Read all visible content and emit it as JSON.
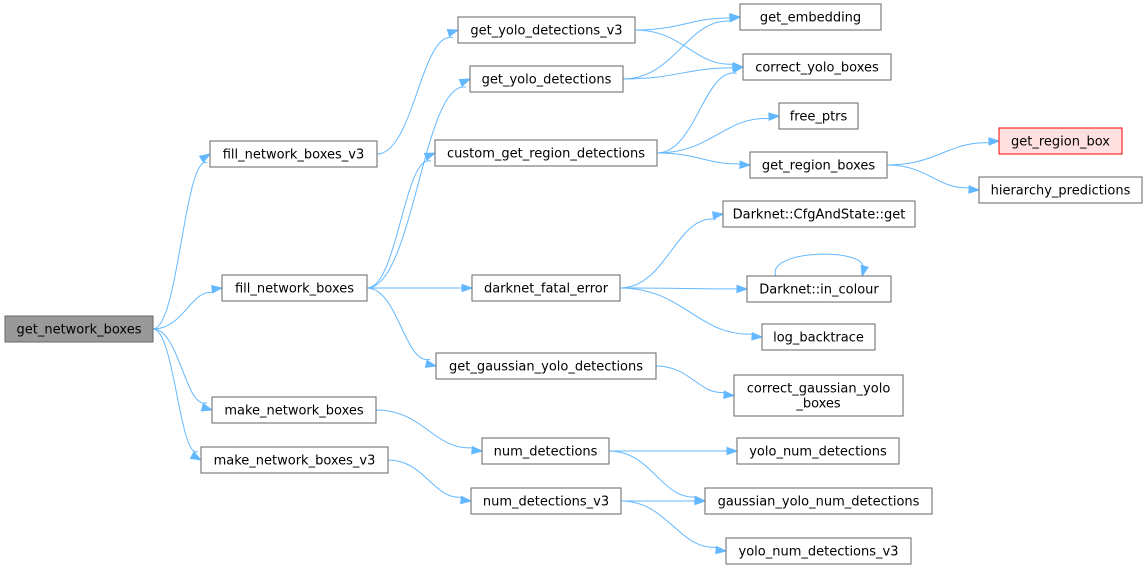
{
  "colors": {
    "node_fill": "#ffffff",
    "node_border": "#666666",
    "root_fill": "#999999",
    "root_border": "#666666",
    "missing_fill": "#ffe0e0",
    "missing_border": "#ff0000",
    "edge": "#63b8ff"
  },
  "nodes": [
    {
      "id": "n_get_network_boxes",
      "lines": [
        "get_network_boxes"
      ],
      "style": "root"
    },
    {
      "id": "n_fill_network_boxes_v3",
      "lines": [
        "fill_network_boxes_v3"
      ],
      "style": "normal"
    },
    {
      "id": "n_fill_network_boxes",
      "lines": [
        "fill_network_boxes"
      ],
      "style": "normal"
    },
    {
      "id": "n_make_network_boxes",
      "lines": [
        "make_network_boxes"
      ],
      "style": "normal"
    },
    {
      "id": "n_make_network_boxes_v3",
      "lines": [
        "make_network_boxes_v3"
      ],
      "style": "normal"
    },
    {
      "id": "n_get_yolo_detections_v3",
      "lines": [
        "get_yolo_detections_v3"
      ],
      "style": "normal"
    },
    {
      "id": "n_get_yolo_detections",
      "lines": [
        "get_yolo_detections"
      ],
      "style": "normal"
    },
    {
      "id": "n_custom_get_region_detections",
      "lines": [
        "custom_get_region_detections"
      ],
      "style": "normal"
    },
    {
      "id": "n_darknet_fatal_error",
      "lines": [
        "darknet_fatal_error"
      ],
      "style": "normal"
    },
    {
      "id": "n_get_gaussian_yolo_detections",
      "lines": [
        "get_gaussian_yolo_detections"
      ],
      "style": "normal"
    },
    {
      "id": "n_num_detections",
      "lines": [
        "num_detections"
      ],
      "style": "normal"
    },
    {
      "id": "n_num_detections_v3",
      "lines": [
        "num_detections_v3"
      ],
      "style": "normal"
    },
    {
      "id": "n_get_embedding",
      "lines": [
        "get_embedding"
      ],
      "style": "normal"
    },
    {
      "id": "n_correct_yolo_boxes",
      "lines": [
        "correct_yolo_boxes"
      ],
      "style": "normal"
    },
    {
      "id": "n_free_ptrs",
      "lines": [
        "free_ptrs"
      ],
      "style": "normal"
    },
    {
      "id": "n_get_region_boxes",
      "lines": [
        "get_region_boxes"
      ],
      "style": "normal"
    },
    {
      "id": "n_cfgandstate_get",
      "lines": [
        "Darknet::CfgAndState::get"
      ],
      "style": "normal"
    },
    {
      "id": "n_in_colour",
      "lines": [
        "Darknet::in_colour"
      ],
      "style": "normal"
    },
    {
      "id": "n_log_backtrace",
      "lines": [
        "log_backtrace"
      ],
      "style": "normal"
    },
    {
      "id": "n_correct_gaussian_yolo_boxes",
      "lines": [
        "correct_gaussian_yolo",
        "_boxes"
      ],
      "style": "normal"
    },
    {
      "id": "n_yolo_num_detections",
      "lines": [
        "yolo_num_detections"
      ],
      "style": "normal"
    },
    {
      "id": "n_gaussian_yolo_num_detections",
      "lines": [
        "gaussian_yolo_num_detections"
      ],
      "style": "normal"
    },
    {
      "id": "n_yolo_num_detections_v3",
      "lines": [
        "yolo_num_detections_v3"
      ],
      "style": "normal"
    },
    {
      "id": "n_get_region_box",
      "lines": [
        "get_region_box"
      ],
      "style": "missing"
    },
    {
      "id": "n_hierarchy_predictions",
      "lines": [
        "hierarchy_predictions"
      ],
      "style": "normal"
    }
  ],
  "edges": [
    {
      "from": "n_get_network_boxes",
      "to": "n_fill_network_boxes_v3"
    },
    {
      "from": "n_get_network_boxes",
      "to": "n_fill_network_boxes"
    },
    {
      "from": "n_get_network_boxes",
      "to": "n_make_network_boxes"
    },
    {
      "from": "n_get_network_boxes",
      "to": "n_make_network_boxes_v3"
    },
    {
      "from": "n_fill_network_boxes_v3",
      "to": "n_get_yolo_detections_v3"
    },
    {
      "from": "n_fill_network_boxes",
      "to": "n_get_yolo_detections"
    },
    {
      "from": "n_fill_network_boxes",
      "to": "n_custom_get_region_detections"
    },
    {
      "from": "n_fill_network_boxes",
      "to": "n_darknet_fatal_error"
    },
    {
      "from": "n_fill_network_boxes",
      "to": "n_get_gaussian_yolo_detections"
    },
    {
      "from": "n_get_yolo_detections_v3",
      "to": "n_get_embedding"
    },
    {
      "from": "n_get_yolo_detections_v3",
      "to": "n_correct_yolo_boxes"
    },
    {
      "from": "n_get_yolo_detections",
      "to": "n_get_embedding"
    },
    {
      "from": "n_get_yolo_detections",
      "to": "n_correct_yolo_boxes"
    },
    {
      "from": "n_custom_get_region_detections",
      "to": "n_correct_yolo_boxes"
    },
    {
      "from": "n_custom_get_region_detections",
      "to": "n_free_ptrs"
    },
    {
      "from": "n_custom_get_region_detections",
      "to": "n_get_region_boxes"
    },
    {
      "from": "n_get_region_boxes",
      "to": "n_get_region_box"
    },
    {
      "from": "n_get_region_boxes",
      "to": "n_hierarchy_predictions"
    },
    {
      "from": "n_darknet_fatal_error",
      "to": "n_cfgandstate_get"
    },
    {
      "from": "n_darknet_fatal_error",
      "to": "n_in_colour"
    },
    {
      "from": "n_darknet_fatal_error",
      "to": "n_log_backtrace"
    },
    {
      "from": "n_in_colour",
      "to": "n_in_colour"
    },
    {
      "from": "n_get_gaussian_yolo_detections",
      "to": "n_correct_gaussian_yolo_boxes"
    },
    {
      "from": "n_make_network_boxes",
      "to": "n_num_detections"
    },
    {
      "from": "n_make_network_boxes_v3",
      "to": "n_num_detections_v3"
    },
    {
      "from": "n_num_detections",
      "to": "n_yolo_num_detections"
    },
    {
      "from": "n_num_detections",
      "to": "n_gaussian_yolo_num_detections"
    },
    {
      "from": "n_num_detections_v3",
      "to": "n_gaussian_yolo_num_detections"
    },
    {
      "from": "n_num_detections_v3",
      "to": "n_yolo_num_detections_v3"
    }
  ]
}
